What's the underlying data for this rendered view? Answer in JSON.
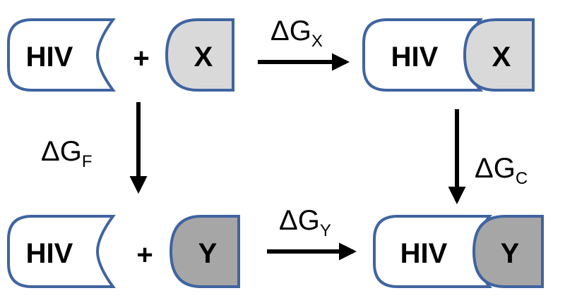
{
  "hiv_label": "HIV",
  "plus_symbol": "+",
  "ligands": {
    "x": "X",
    "y": "Y"
  },
  "energies": {
    "x": {
      "symbol": "ΔG",
      "sub": "X"
    },
    "y": {
      "symbol": "ΔG",
      "sub": "Y"
    },
    "f": {
      "symbol": "ΔG",
      "sub": "F"
    },
    "c": {
      "symbol": "ΔG",
      "sub": "C"
    }
  },
  "colors": {
    "outline": "#3f64a0",
    "hiv_fill": "#ffffff",
    "x_fill": "#d9d9d9",
    "y_fill": "#a6a6a6",
    "arrow": "#000000"
  }
}
